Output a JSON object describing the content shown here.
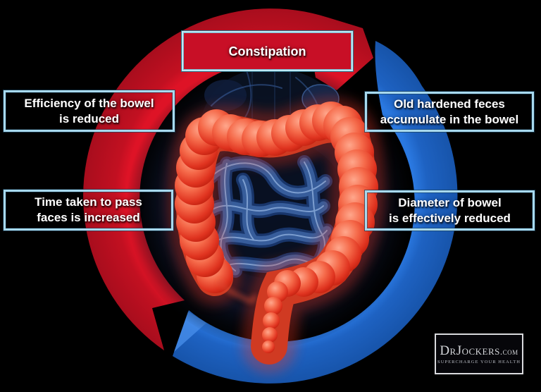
{
  "colors": {
    "background": "#000000",
    "arrow_red": "#cf1222",
    "arrow_blue": "#2372dc",
    "box_border": "#a8d9ee",
    "constipation_box_fill": "#c80f26",
    "text": "#ffffff"
  },
  "nodes": {
    "constipation": {
      "label": "Constipation"
    },
    "efficiency": {
      "line1": "Efficiency of the bowel",
      "line2": "is reduced"
    },
    "old_feces": {
      "line1": "Old hardened feces",
      "line2": "accumulate in the bowel"
    },
    "time_taken": {
      "line1": "Time taken to pass",
      "line2": "faces is increased"
    },
    "diameter": {
      "line1": "Diameter of bowel",
      "line2": "is effectively reduced"
    }
  },
  "watermark": {
    "brand": "DrJockers",
    "suffix": ".com",
    "tagline": "SUPERCHARGE YOUR HEALTH"
  }
}
